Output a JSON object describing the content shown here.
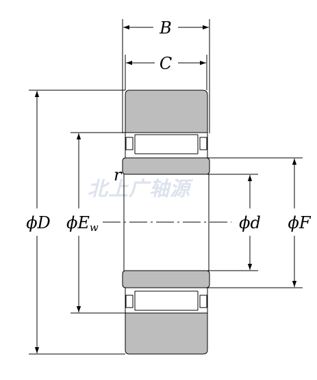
{
  "labels": {
    "B": "B",
    "C": "C",
    "r": "r",
    "D": "ϕD",
    "Ew_main": "ϕE",
    "Ew_sub": "w",
    "d": "ϕd",
    "F": "ϕF"
  },
  "watermark": "北上广轴源",
  "colors": {
    "part_fill": "#bdbdbd",
    "line": "#000000",
    "watermark": "#dde3ee"
  }
}
